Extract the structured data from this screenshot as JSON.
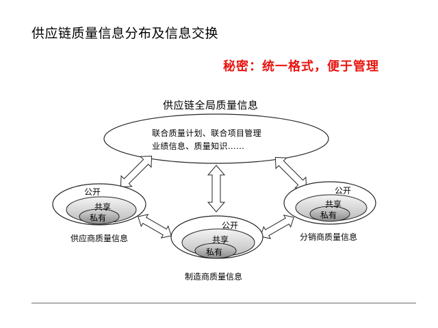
{
  "header": {
    "title": "供应链质量信息分布及信息交换",
    "subtitle": "秘密：统一格式，便于管理"
  },
  "diagram": {
    "title": "供应链全局质量信息",
    "global": {
      "line1": "联合质量计划、联合项目管理",
      "line2": "业绩信息、质量知识……"
    },
    "supplier": {
      "public": "公开",
      "shared": "共享",
      "private": "私有",
      "caption": "供应商质量信息"
    },
    "manufacturer": {
      "public": "公开",
      "shared": "共享",
      "private": "私有",
      "caption": "制造商质量信息"
    },
    "distributor": {
      "public": "公开",
      "shared": "共享",
      "private": "私有",
      "caption": "分销商质量信息"
    }
  }
}
